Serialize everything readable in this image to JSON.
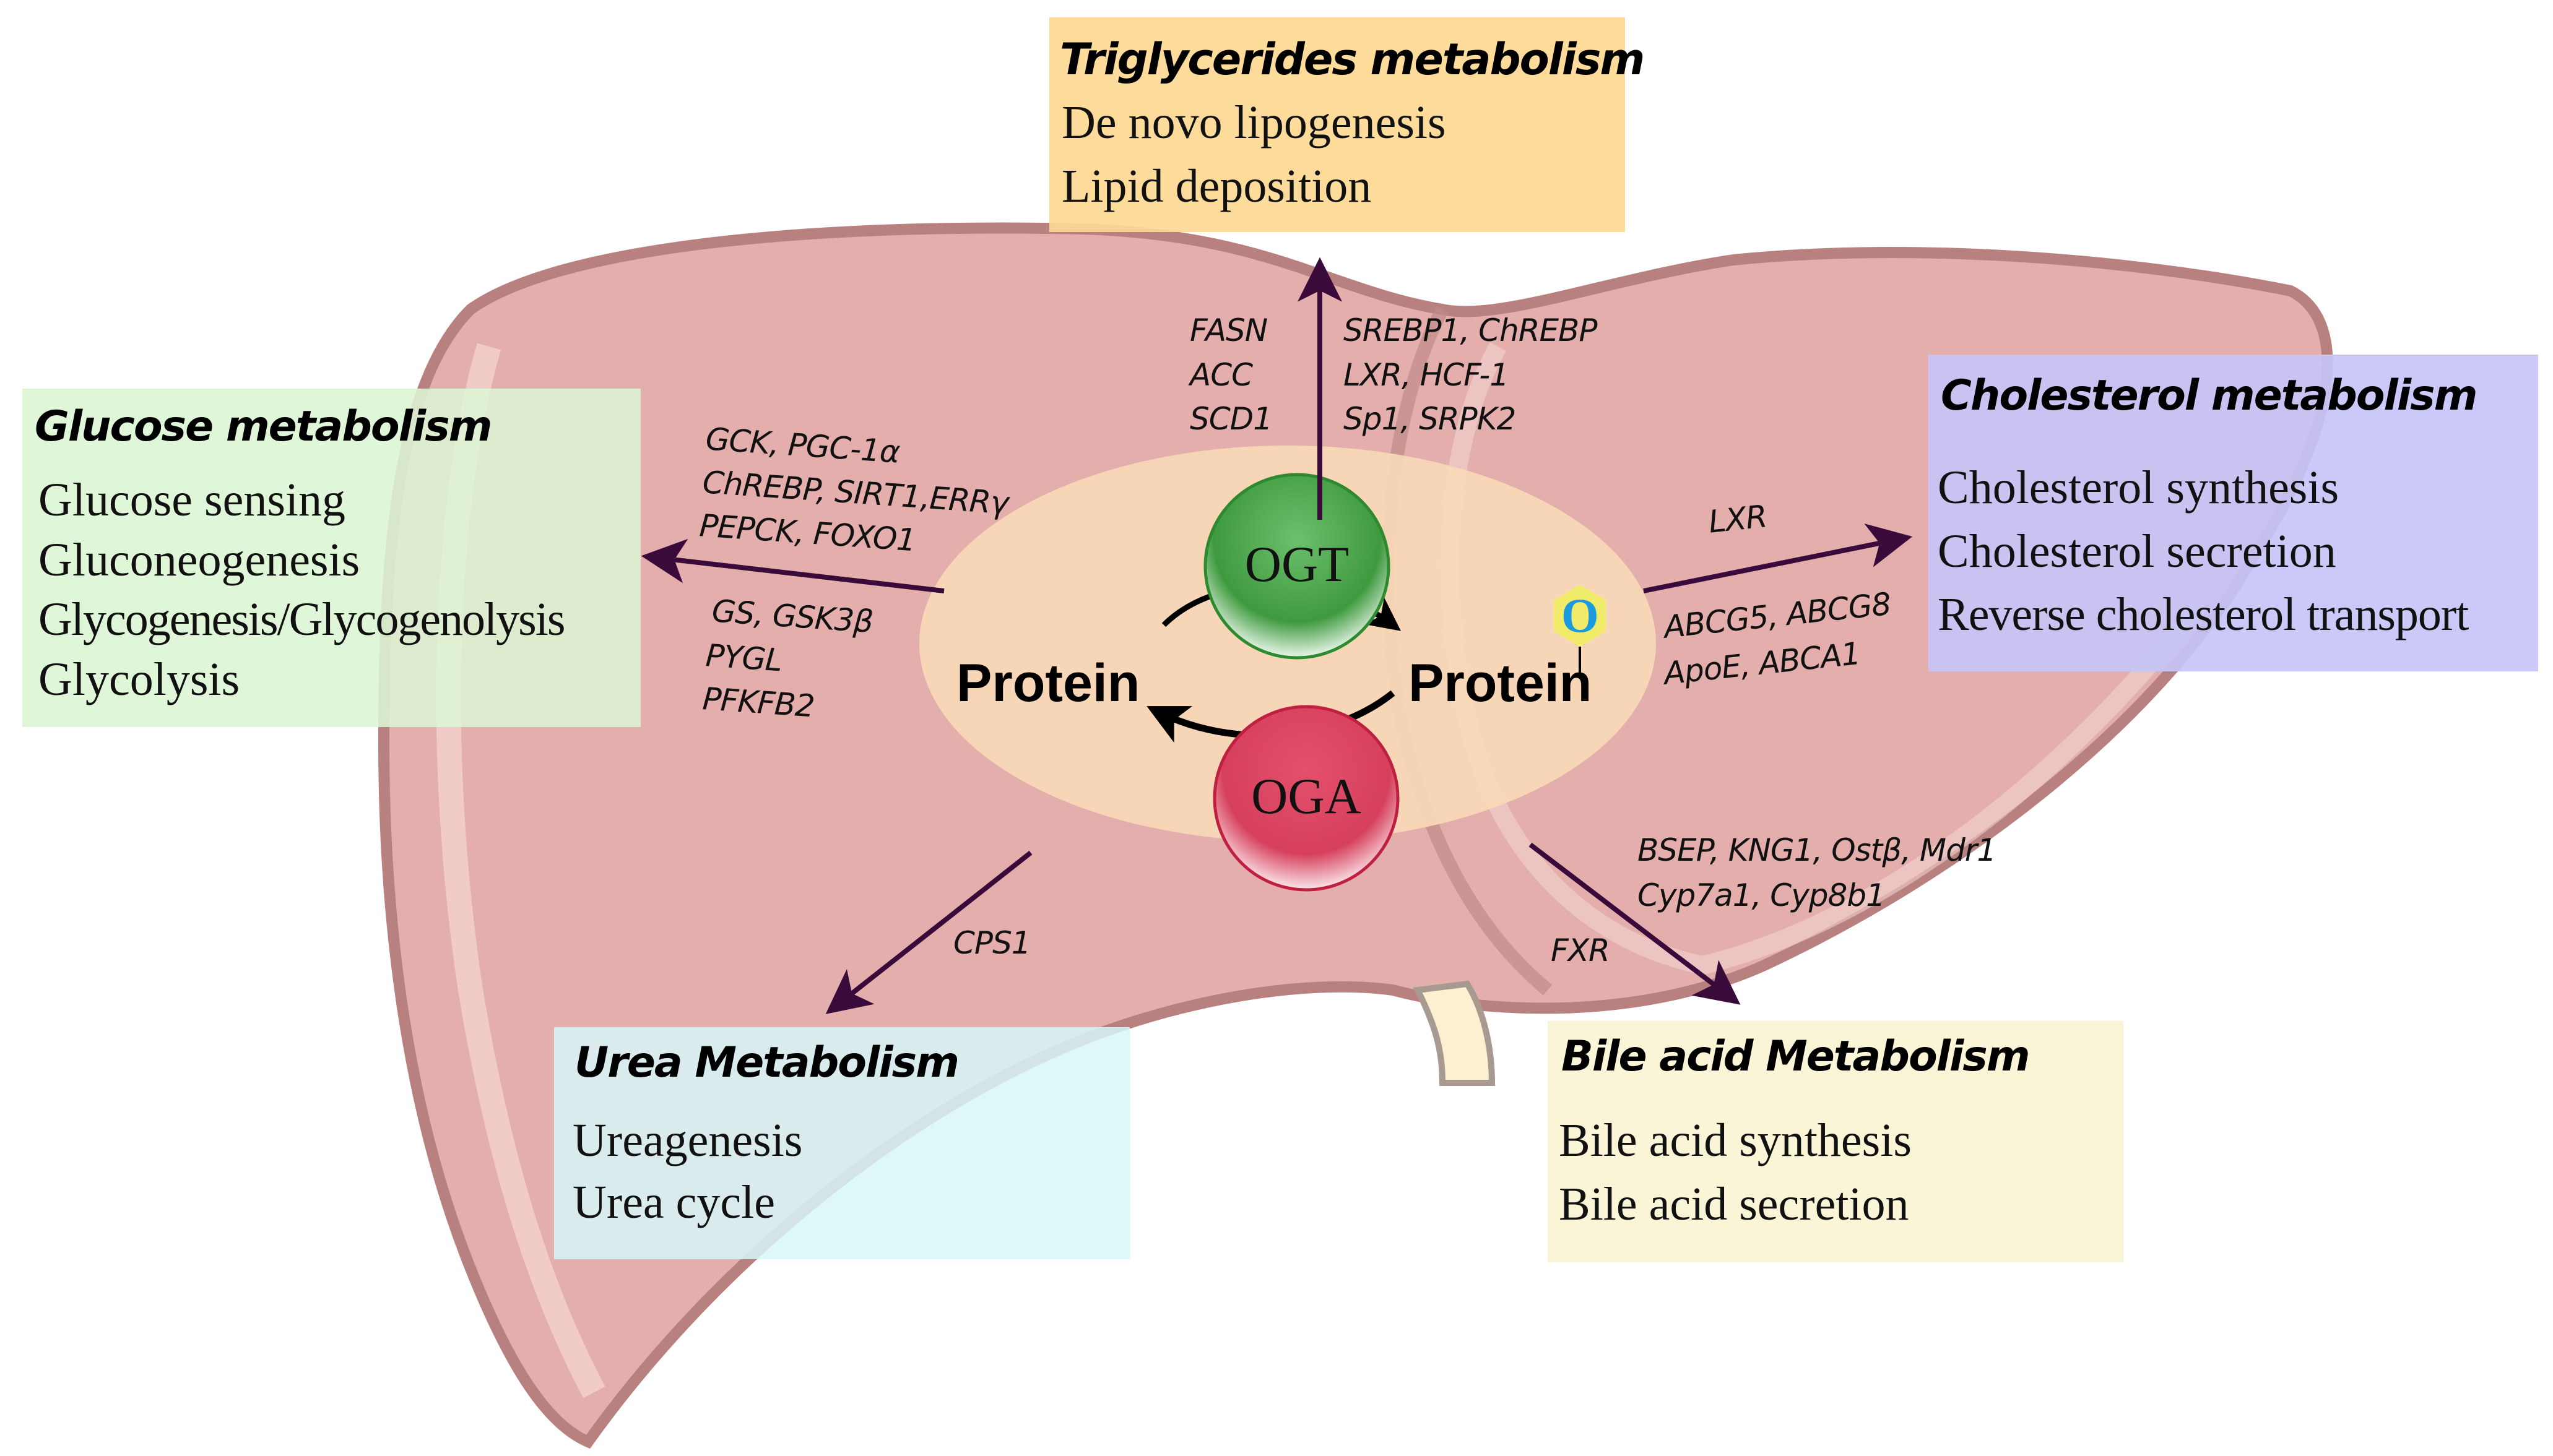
{
  "colors": {
    "liver": "#e3aeac",
    "liver_edge": "#b98080",
    "liver_highlight": "#f2d2d0",
    "center_ellipse": "#f8d9b8",
    "arrow": "#3a0a3a",
    "ogt": "#4ea84e",
    "oga": "#d8405e",
    "o_glcnac_fill": "#f0ec6a",
    "o_glcnac_text": "#1a9be0",
    "gallbladder": "#fbf0d0"
  },
  "center": {
    "protein_left": "Protein",
    "protein_right": "Protein",
    "ogt_label": "OGT",
    "oga_label": "OGA",
    "modification_label": "O"
  },
  "boxes": {
    "triglycerides": {
      "title": "Triglycerides metabolism",
      "items": [
        "De novo lipogenesis",
        "Lipid deposition"
      ],
      "color": "#fcd893"
    },
    "glucose": {
      "title": "Glucose metabolism",
      "items": [
        "Glucose sensing",
        "Gluconeogenesis",
        "Glycogenesis/Glycogenolysis",
        "Glycolysis"
      ],
      "color": "#dcf5d4"
    },
    "cholesterol": {
      "title": "Cholesterol metabolism",
      "items": [
        "Cholesterol synthesis",
        "Cholesterol secretion",
        "Reverse cholesterol transport"
      ],
      "color": "#c6c4f6"
    },
    "urea": {
      "title": "Urea Metabolism",
      "items": [
        "Ureagenesis",
        "Urea cycle"
      ],
      "color": "#d8f6f8"
    },
    "bile": {
      "title": "Bile acid Metabolism",
      "items": [
        "Bile acid synthesis",
        "Bile acid secretion"
      ],
      "color": "#faf5d6"
    }
  },
  "genes": {
    "triglycerides_left": [
      "FASN",
      "ACC",
      "SCD1"
    ],
    "triglycerides_right": [
      "SREBP1, ChREBP",
      "LXR, HCF-1",
      "Sp1, SRPK2"
    ],
    "glucose_upper": [
      "GCK, PGC-1α",
      "ChREBP, SIRT1,ERRγ",
      "PEPCK, FOXO1"
    ],
    "glucose_lower": [
      "GS, GSK3β",
      "PYGL",
      "PFKFB2"
    ],
    "cholesterol_upper": [
      "LXR"
    ],
    "cholesterol_lower": [
      "ABCG5, ABCG8",
      "ApoE, ABCA1"
    ],
    "urea": [
      "CPS1"
    ],
    "bile_upper": [
      "BSEP, KNG1, Ostβ, Mdr1",
      "Cyp7a1, Cyp8b1"
    ],
    "bile_lower": [
      "FXR"
    ]
  }
}
